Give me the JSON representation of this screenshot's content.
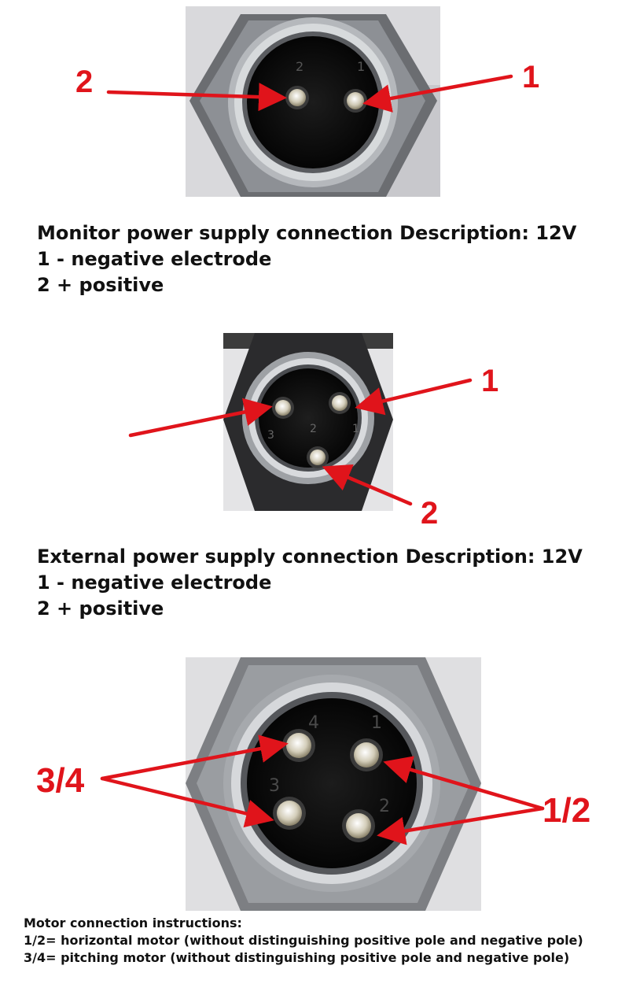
{
  "connector1": {
    "labels": {
      "pin2": "2",
      "pin1": "1"
    },
    "pin_marks": [
      "2",
      "1"
    ]
  },
  "monitor_description": {
    "title": "Monitor power supply connection Description: 12V",
    "line1": "1 - negative electrode",
    "line2": "2 + positive"
  },
  "connector2": {
    "labels": {
      "pin1": "1",
      "pin2": "2"
    },
    "pin_marks": [
      "3",
      "2",
      "1"
    ]
  },
  "external_description": {
    "title": "External power supply connection Description: 12V",
    "line1": "1 -  negative electrode",
    "line2": "2 + positive"
  },
  "connector3": {
    "labels": {
      "left": "3/4",
      "right": "1/2"
    },
    "pin_marks": [
      "4",
      "1",
      "3",
      "2"
    ]
  },
  "motor_instructions": {
    "title": "Motor connection instructions:",
    "line1": "1/2= horizontal motor (without distinguishing positive pole and negative pole)",
    "line2": "3/4= pitching motor (without distinguishing positive pole and negative pole)"
  },
  "colors": {
    "callout": "#e0141b",
    "text": "#111111"
  }
}
